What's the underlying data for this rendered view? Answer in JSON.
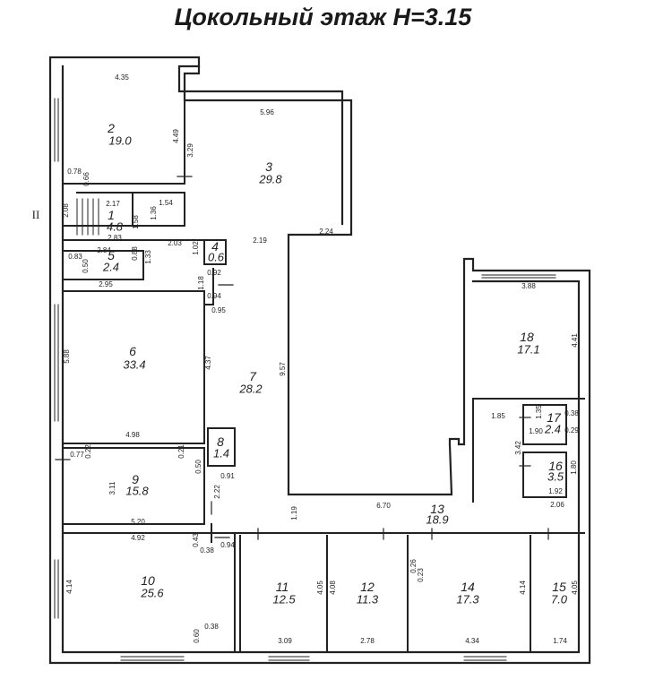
{
  "title": "Цокольный этаж  Н=3.15",
  "section_mark": "II",
  "rooms": [
    {
      "number": "2",
      "area": "19.0"
    },
    {
      "number": "3",
      "area": "29.8"
    },
    {
      "number": "1",
      "area": "4.8"
    },
    {
      "number": "4",
      "area": "0.6"
    },
    {
      "number": "5",
      "area": "2.4"
    },
    {
      "number": "6",
      "area": "33.4"
    },
    {
      "number": "7",
      "area": "28.2"
    },
    {
      "number": "8",
      "area": "1.4"
    },
    {
      "number": "9",
      "area": "15.8"
    },
    {
      "number": "10",
      "area": "25.6"
    },
    {
      "number": "11",
      "area": "12.5"
    },
    {
      "number": "12",
      "area": "11.3"
    },
    {
      "number": "13",
      "area": "18.9"
    },
    {
      "number": "14",
      "area": "17.3"
    },
    {
      "number": "15",
      "area": "7.0"
    },
    {
      "number": "16",
      "area": "3.5"
    },
    {
      "number": "17",
      "area": "2.4"
    },
    {
      "number": "18",
      "area": "17.1"
    }
  ],
  "dimensions": [
    "4.35",
    "5.96",
    "4.49",
    "3.29",
    "0.78",
    "0.66",
    "2.08",
    "2.17",
    "1.54",
    "1.58",
    "1.36",
    "2.83",
    "2.24",
    "2.19",
    "2.03",
    "1.02",
    "2.84",
    "0.50",
    "0.83",
    "0.88",
    "1.33",
    "2.95",
    "0.92",
    "1.18",
    "0.94",
    "0.95",
    "5.88",
    "4.37",
    "9.57",
    "4.98",
    "0.77",
    "0.22",
    "0.21",
    "0.50",
    "3.11",
    "2.22",
    "0.91",
    "5.20",
    "1.19",
    "4.92",
    "0.43",
    "0.38",
    "0.94",
    "4.14",
    "0.38",
    "0.60",
    "4.05",
    "4.08",
    "0.26",
    "0.23",
    "4.14",
    "4.05",
    "3.09",
    "2.78",
    "4.34",
    "1.74",
    "6.70",
    "2.06",
    "1.92",
    "1.80",
    "3.42",
    "1.85",
    "1.90",
    "0.38",
    "0.29",
    "1.35",
    "3.88",
    "4.41"
  ]
}
